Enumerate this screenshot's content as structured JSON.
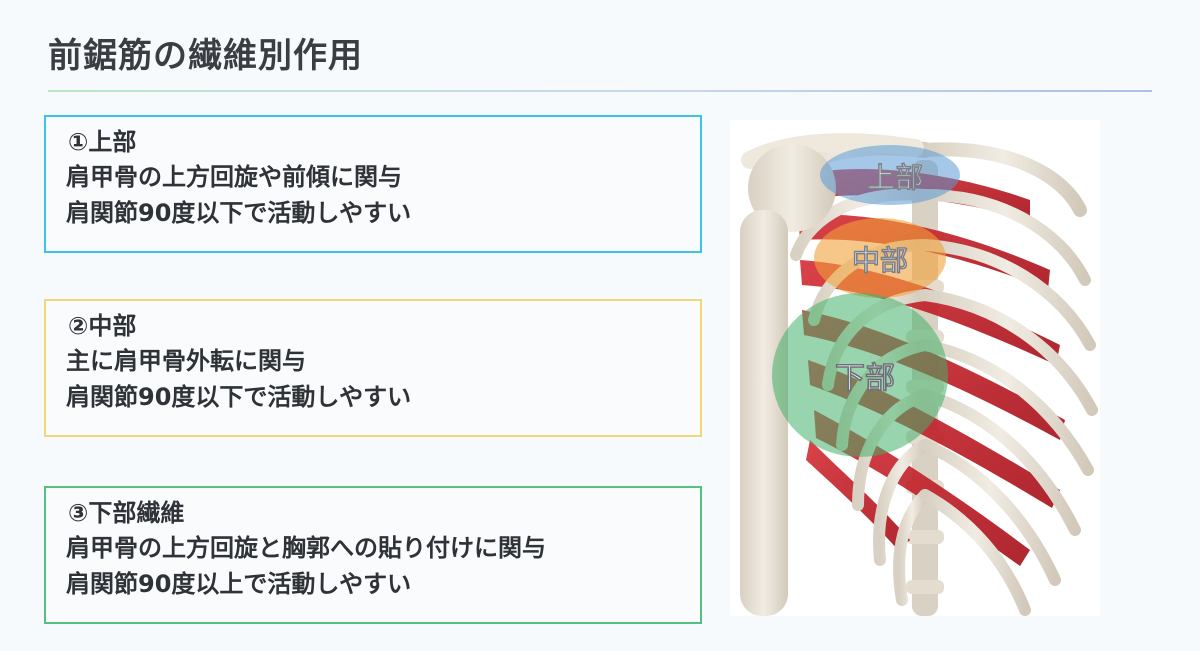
{
  "title": "前鋸筋の繊維別作用",
  "sections": [
    {
      "heading": "①上部",
      "lines": [
        "肩甲骨の上方回旋や前傾に関与",
        "肩関節90度以下で活動しやすい"
      ],
      "color": "#3ec3e1"
    },
    {
      "heading": "②中部",
      "lines": [
        "主に肩甲骨外転に関与",
        "肩関節90度以下で活動しやすい"
      ],
      "color": "#f1d777"
    },
    {
      "heading": "③下部繊維",
      "lines": [
        "肩甲骨の上方回旋と胸郭への貼り付けに関与",
        "肩関節90度以上で活動しやすい"
      ],
      "color": "#56c07f"
    }
  ],
  "figure": {
    "labels": {
      "upper": "上部",
      "middle": "中部",
      "lower": "下部"
    },
    "colors": {
      "upper_overlay": "#5b9ad6",
      "middle_overlay": "#f2a23a",
      "lower_overlay": "#43b06a",
      "muscle": "#c8202a",
      "bone": "#e6dfd2"
    }
  }
}
